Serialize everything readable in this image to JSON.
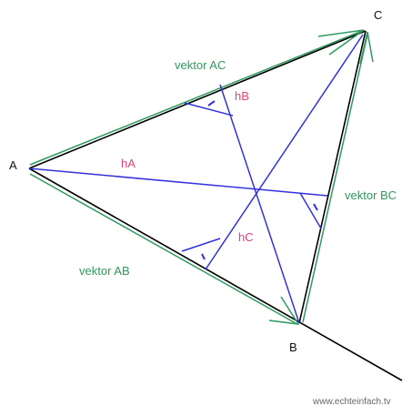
{
  "colors": {
    "background": "#ffffff",
    "triangle_edge": "#000000",
    "vector": "#2e9a5e",
    "height_line": "#3333dd",
    "height_label": "#e0407a",
    "vertex_label": "#111111",
    "vector_label": "#2e9a5e",
    "watermark": "#666666"
  },
  "vertices": {
    "a": "A",
    "b": "B",
    "c": "C"
  },
  "vectors": {
    "ab": "vektor AB",
    "ac": "vektor AC",
    "bc": "vektor BC"
  },
  "heights": {
    "ha": "hA",
    "hb": "hB",
    "hc": "hC"
  },
  "watermark": "www.echteinfach.tv"
}
